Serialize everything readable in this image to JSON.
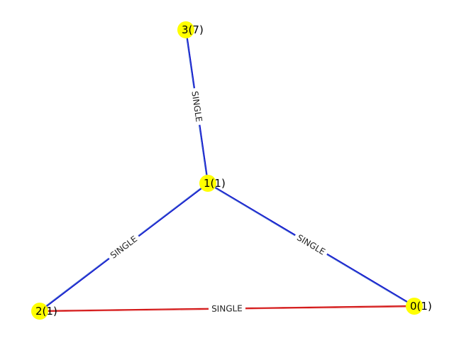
{
  "graph": {
    "nodes": [
      {
        "id": "3",
        "label": "3(7)",
        "color": "#ffff00"
      },
      {
        "id": "1",
        "label": "1(1)",
        "color": "#ffff00"
      },
      {
        "id": "2",
        "label": "2(1)",
        "color": "#ffff00"
      },
      {
        "id": "0",
        "label": "0(1)",
        "color": "#ffff00"
      }
    ],
    "edges": [
      {
        "source": "3",
        "target": "1",
        "label": "SINGLE",
        "colors": [
          "#0000cc",
          "#3355cc"
        ]
      },
      {
        "source": "1",
        "target": "2",
        "label": "SINGLE",
        "colors": [
          "#0000cc",
          "#3355cc"
        ]
      },
      {
        "source": "1",
        "target": "0",
        "label": "SINGLE",
        "colors": [
          "#0000cc",
          "#3355cc"
        ]
      },
      {
        "source": "2",
        "target": "0",
        "label": "SINGLE",
        "colors": [
          "#cc0000",
          "#dd3333"
        ]
      }
    ]
  }
}
